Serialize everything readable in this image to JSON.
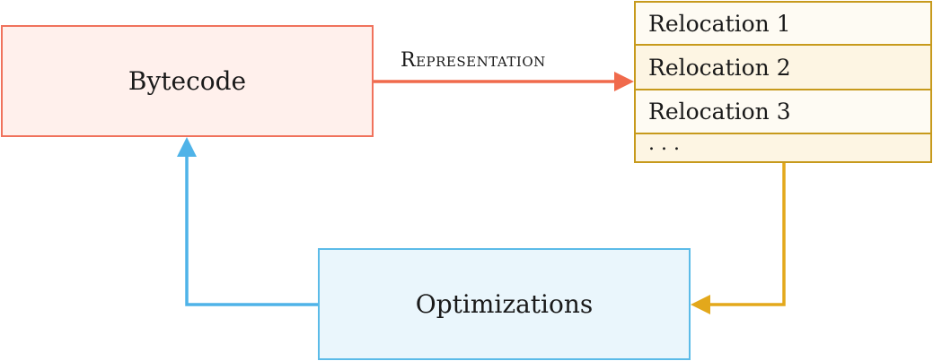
{
  "nodes": {
    "bytecode": "Bytecode",
    "optimizations": "Optimizations"
  },
  "relocations": [
    "Relocation 1",
    "Relocation 2",
    "Relocation 3",
    ". . ."
  ],
  "edges": {
    "representation_label": "Representation"
  },
  "colors": {
    "bytecode_border": "#f0725c",
    "bytecode_fill": "#fff0ec",
    "representation_arrow": "#f06a4c",
    "relocation_border": "#c79a1c",
    "relocation_fill": "#fdf5e3",
    "feedback_arrow_orange": "#e3a81b",
    "optimizations_border": "#5bbbe8",
    "optimizations_fill": "#eaf6fc",
    "feedback_arrow_blue": "#4fb3e8"
  }
}
